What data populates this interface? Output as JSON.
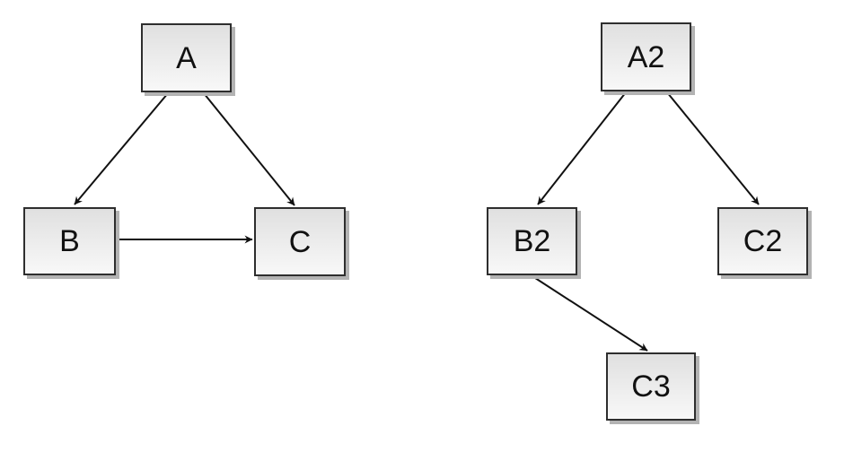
{
  "page": {
    "background": "#ffffff"
  },
  "diagram": {
    "left": {
      "nodes": [
        {
          "id": "A",
          "label": "A"
        },
        {
          "id": "B",
          "label": "B"
        },
        {
          "id": "C",
          "label": "C"
        }
      ],
      "edges": [
        {
          "from": "A",
          "to": "B"
        },
        {
          "from": "A",
          "to": "C"
        },
        {
          "from": "B",
          "to": "C"
        }
      ]
    },
    "right": {
      "nodes": [
        {
          "id": "A2",
          "label": "A2"
        },
        {
          "id": "B2",
          "label": "B2"
        },
        {
          "id": "C2",
          "label": "C2"
        },
        {
          "id": "C3",
          "label": "C3"
        }
      ],
      "edges": [
        {
          "from": "A2",
          "to": "B2"
        },
        {
          "from": "A2",
          "to": "C2"
        },
        {
          "from": "B2",
          "to": "C3"
        }
      ]
    },
    "style": {
      "node_fill_top": "#e0e0e0",
      "node_fill_bottom": "#f8f8f8",
      "node_border": "#2e2e2e",
      "node_shadow": "#b3b3b3",
      "edge_color": "#111111",
      "label_color": "#111111"
    }
  }
}
